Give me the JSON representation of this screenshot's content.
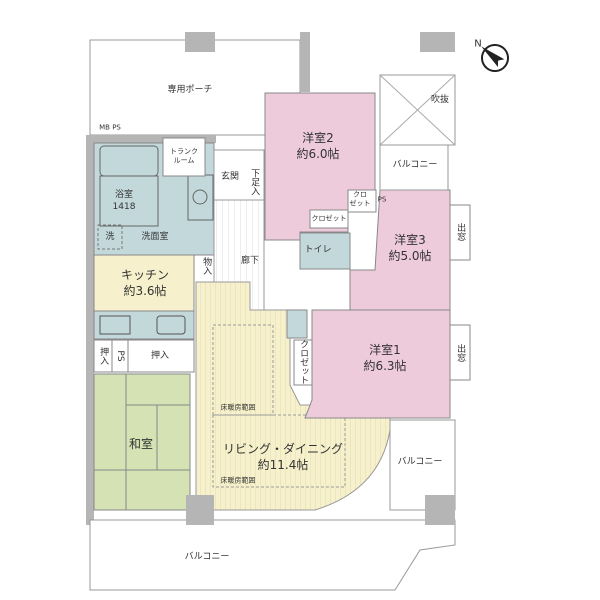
{
  "colors": {
    "western_room": "#eecbdb",
    "kitchen_living": "#f6f1cc",
    "wet_area": "#c3d8db",
    "japanese_room": "#d5e2b4",
    "wall": "#b5b5b5"
  },
  "compass": {
    "icon": "north-arrow-icon",
    "label": "N"
  },
  "rooms": {
    "porch": "専用ポーチ",
    "mb_ps": "MB PS",
    "trunk_room": "トランク\nルーム",
    "entrance": "玄関",
    "shoe_closet": "下足入",
    "bathroom": "浴室\n1418",
    "washing": "洗",
    "washroom": "洗面室",
    "storage": "物入",
    "corridor": "廊下",
    "kitchen": "キッチン\n約3.6帖",
    "western2": "洋室2\n約6.0帖",
    "western3": "洋室3\n約5.0帖",
    "western1": "洋室1\n約6.3帖",
    "closet_a": "クロゼット",
    "closet_b": "クロ\nゼット",
    "closet_c": "クロゼット",
    "ps_right": "PS",
    "toilet": "トイレ",
    "void": "吹抜",
    "balcony_top": "バルコニー",
    "bay_window_1": "出窓",
    "bay_window_2": "出窓",
    "oshiire_small": "押入",
    "ps_left": "PS",
    "oshiire": "押入",
    "japanese": "和室",
    "floor_heating_1": "床暖房範囲",
    "floor_heating_2": "床暖房範囲",
    "living": "リビング・ダイニング\n約11.4帖",
    "balcony_right": "バルコニー",
    "balcony_bottom": "バルコニー"
  }
}
